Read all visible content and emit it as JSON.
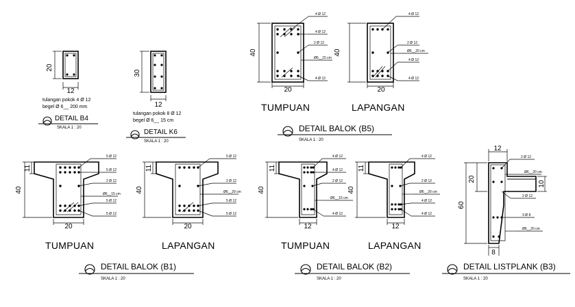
{
  "details": {
    "b4": {
      "dim_h": "20",
      "dim_w": "12",
      "note1": "tulangan pokok 4 Ø 12",
      "note2": "begel  Ø 6__ 200 mm",
      "title": "DETAIL B4",
      "scale": "SKALA 1 : 20"
    },
    "k6": {
      "dim_h": "30",
      "dim_w": "12",
      "note1": "tulangan pokok 8 Ø 12",
      "note2": "begel  Ø 6__ 15 cm",
      "title": "DETAIL K6",
      "scale": "SKALA 1 : 20"
    },
    "b5": {
      "tumpuan": {
        "dim_h": "40",
        "dim_w": "20",
        "top": "4 Ø 12",
        "top2": "4 Ø 12",
        "mid": "2 Ø 12",
        "stirrup": "Ø6__15 cm",
        "bottom": "4 Ø 12"
      },
      "lapangan": {
        "dim_h": "40",
        "dim_w": "20",
        "top": "4 Ø 12",
        "mid": "2 Ø 12",
        "stirrup": "Ø6__20 cm",
        "bot2": "4 Ø 12",
        "bottom": "4 Ø 12"
      },
      "label_tumpuan": "TUMPUAN",
      "label_lapangan": "LAPANGAN",
      "title": "DETAIL BALOK (B5)",
      "scale": "SKALA 1 : 20"
    },
    "b1": {
      "tumpuan": {
        "dim_h": "40",
        "dim_flange": "11",
        "dim_w": "20",
        "top": "5 Ø 12",
        "top2": "5 Ø 12",
        "mid": "2 Ø 12",
        "stirrup": "Ø6__15 cm",
        "bot1": "5 Ø 12",
        "bottom": "5 Ø 12"
      },
      "lapangan": {
        "dim_h": "40",
        "dim_flange": "11",
        "dim_w": "20",
        "top": "5 Ø 12",
        "mid": "2 Ø 12",
        "stirrup": "Ø6__20 cm",
        "bot1": "5 Ø 12",
        "bottom": "5 Ø 12"
      },
      "label_tumpuan": "TUMPUAN",
      "label_lapangan": "LAPANGAN",
      "title": "DETAIL BALOK (B1)",
      "scale": "SKALA 1 : 20"
    },
    "b2": {
      "tumpuan": {
        "dim_h": "40",
        "dim_flange": "11",
        "dim_w": "12",
        "top": "4 Ø 12",
        "top2": "4 Ø 12",
        "mid": "2 Ø 12",
        "stirrup": "Ø6__15 cm",
        "bottom": "4 Ø 12"
      },
      "lapangan": {
        "dim_h": "40",
        "dim_flange": "11",
        "dim_w": "12",
        "top": "4 Ø 12",
        "mid": "2 Ø 12",
        "stirrup": "Ø6__20 cm",
        "bot1": "4 Ø 12",
        "bottom": "4 Ø 12"
      },
      "label_tumpuan": "TUMPUAN",
      "label_lapangan": "LAPANGAN",
      "title": "DETAIL BALOK (B2)",
      "scale": "SKALA 1 : 20"
    },
    "b3": {
      "dim_top": "12",
      "dim_20": "20",
      "dim_10": "10",
      "dim_60": "60",
      "dim_bottom": "8",
      "n1": "2 Ø 12",
      "n2": "Ø6__20 cm",
      "n3": "2 Ø 12",
      "n4": "3 Ø 8",
      "n5": "Ø6__20 cm",
      "title": "DETAIL LISTPLANK (B3)",
      "scale": "SKALA 1 : 20"
    }
  }
}
